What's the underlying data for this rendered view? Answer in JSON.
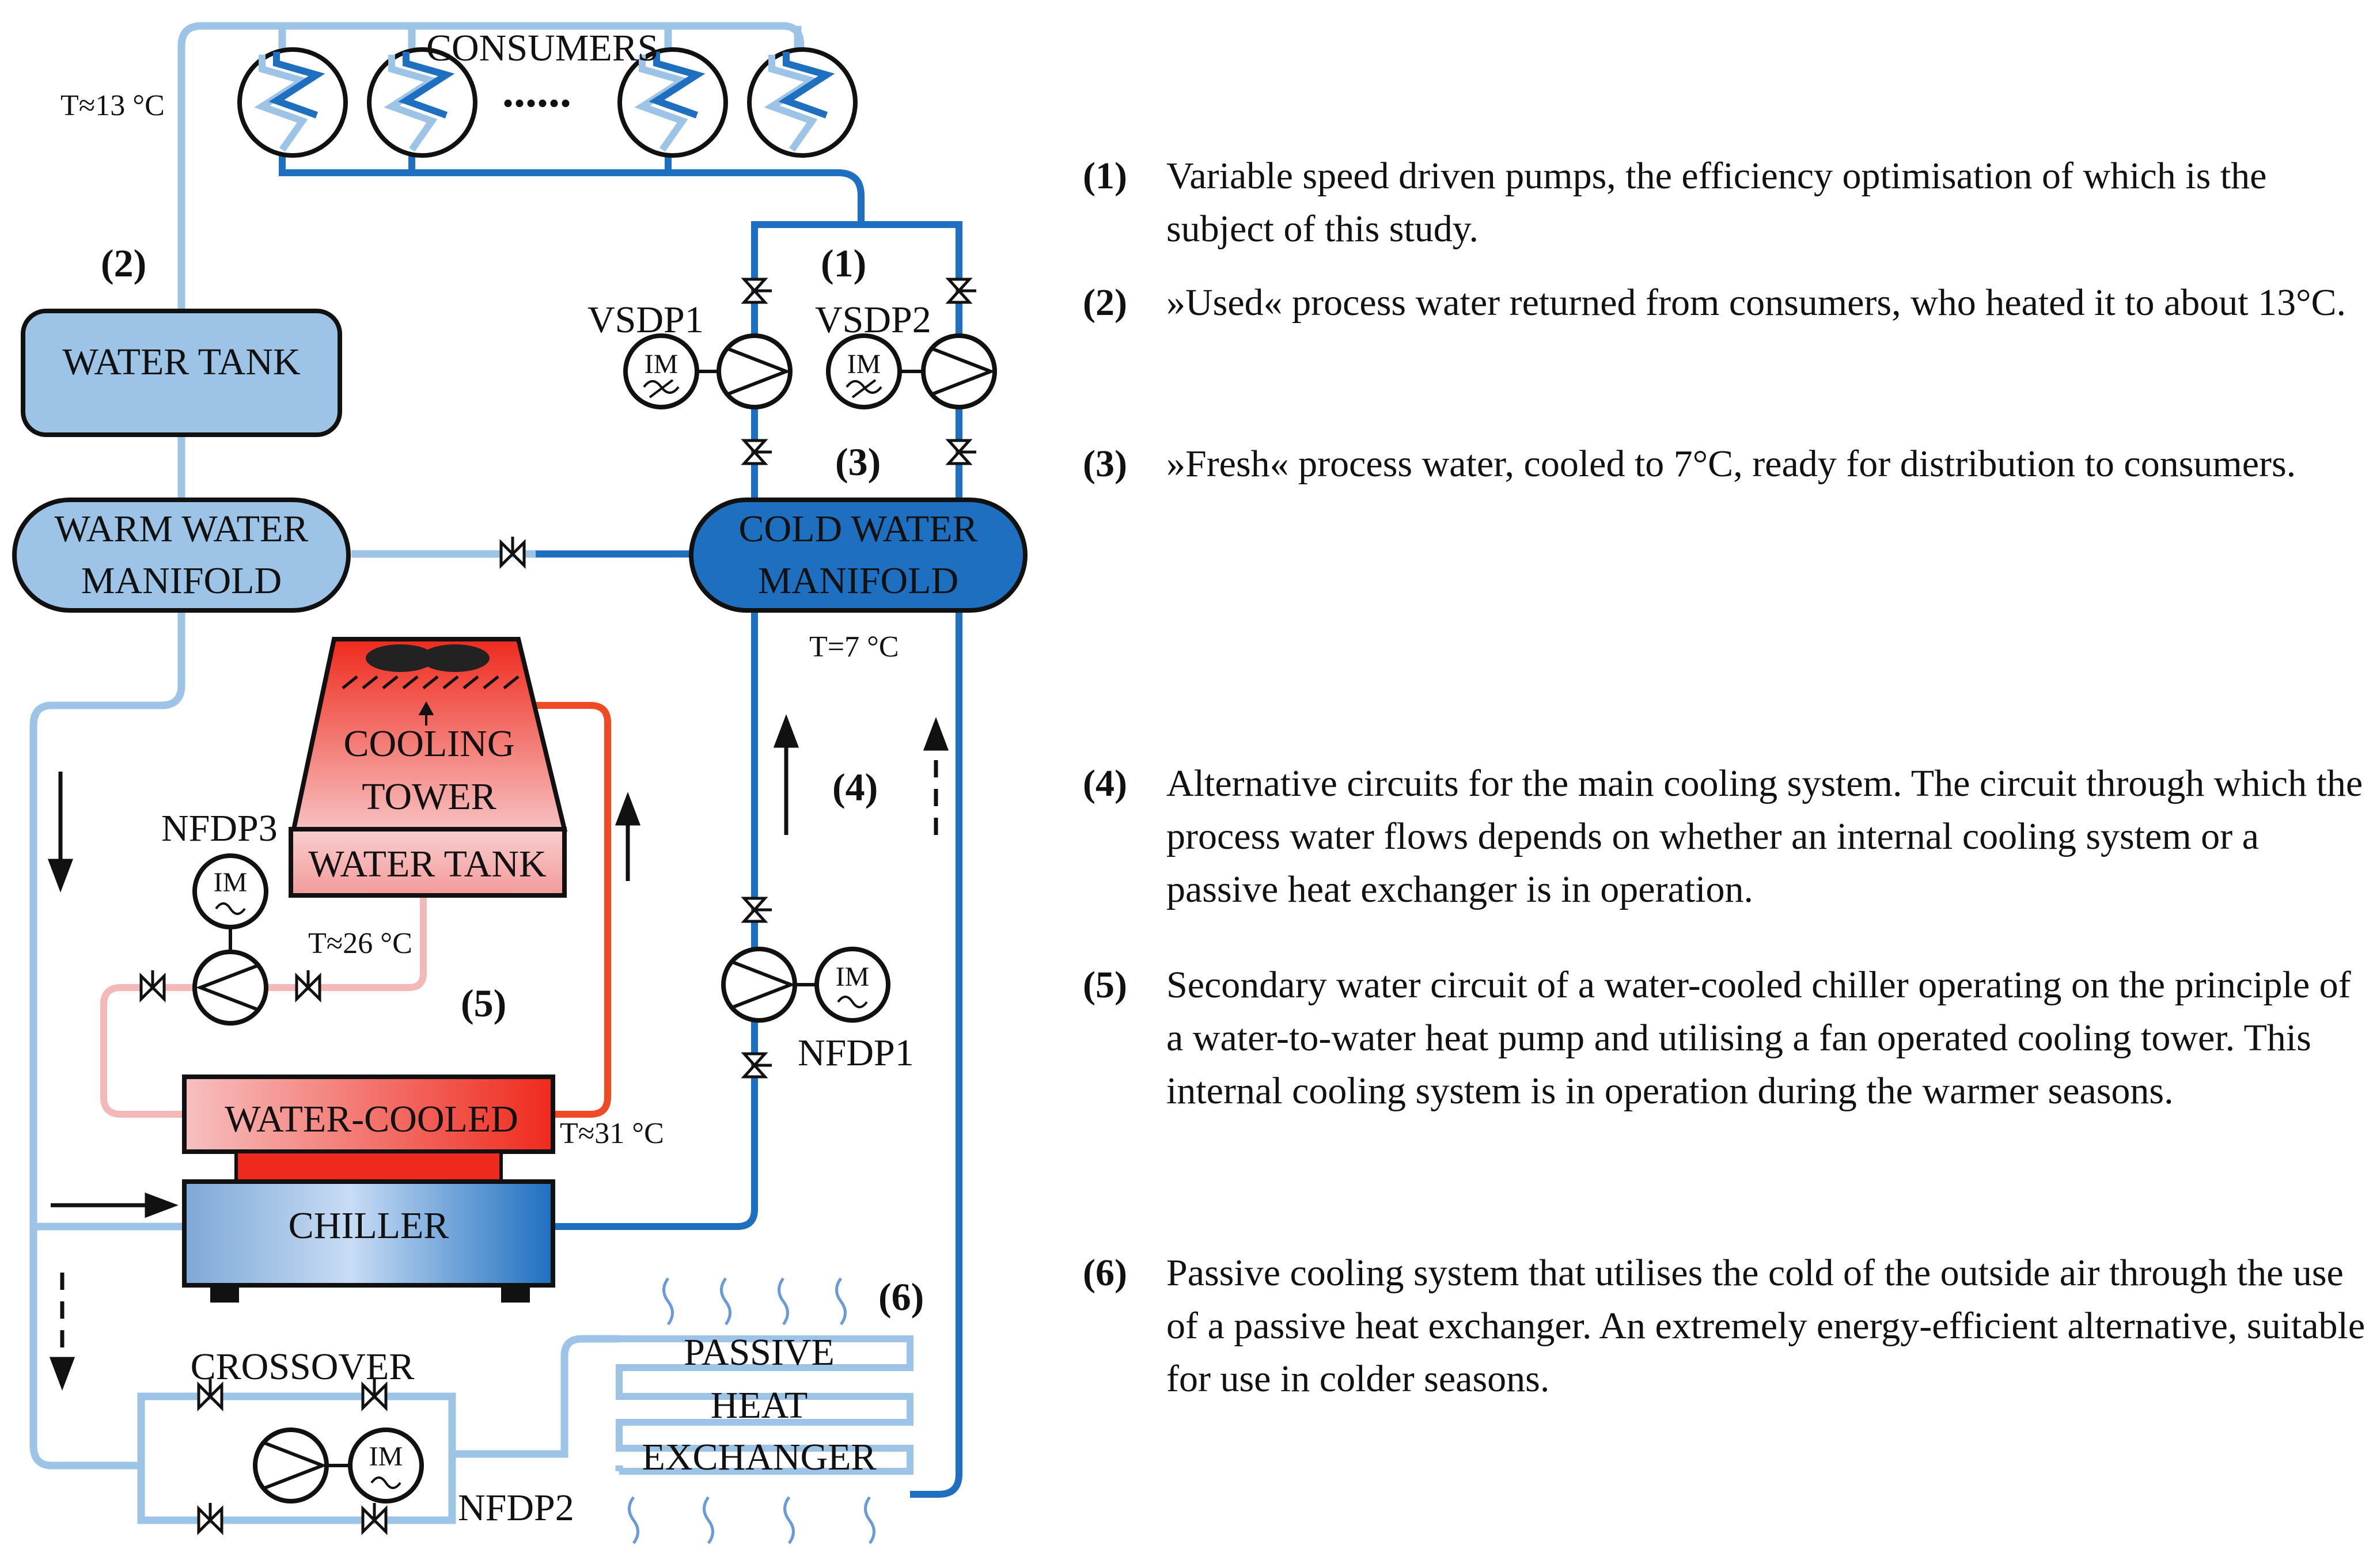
{
  "diagram": {
    "consumers_label": "CONSUMERS",
    "consumers_dots": "......",
    "temp_return": "T≈13 °C",
    "temp_cold": "T=7 °C",
    "temp_tower": "T≈26 °C",
    "temp_chiller": "T≈31 °C",
    "water_tank": "WATER TANK",
    "warm_manifold": [
      "WARM WATER",
      "MANIFOLD"
    ],
    "cold_manifold": [
      "COLD WATER",
      "MANIFOLD"
    ],
    "cooling_tower": [
      "COOLING",
      "TOWER"
    ],
    "tower_tank": "WATER TANK",
    "chiller_top": "WATER-COOLED",
    "chiller_bottom": "CHILLER",
    "crossover": "CROSSOVER",
    "passive_hx": [
      "PASSIVE",
      "HEAT",
      "EXCHANGER"
    ],
    "pumps": {
      "vsdp1": "VSDP1",
      "vsdp2": "VSDP2",
      "nfdp1": "NFDP1",
      "nfdp2": "NFDP2",
      "nfdp3": "NFDP3",
      "motor": "IM"
    },
    "markers": [
      "(1)",
      "(2)",
      "(3)",
      "(4)",
      "(5)",
      "(6)"
    ],
    "colors": {
      "warm_pipe": "#9dc3e6",
      "cold_pipe": "#1f6fc0",
      "hot_pipe": "#f04a25",
      "tower_return": "#f4b8b8",
      "tank_fill": "#9dc3e6",
      "cold_fill": "#1f6fc0",
      "hot_fill": "#ef2a1d"
    }
  },
  "legend": [
    {
      "num": "(1)",
      "text": "Variable speed driven pumps, the efficiency optimisation of which is the subject of this study."
    },
    {
      "num": "(2)",
      "text": "»Used« process water returned from consumers, who heated it to about 13°C."
    },
    {
      "num": "(3)",
      "text": "»Fresh« process water, cooled to 7°C, ready for distribution to consumers."
    },
    {
      "num": "(4)",
      "text": "Alternative circuits for the main cooling system. The circuit through which the process water flows depends on whether an internal cooling system or a passive heat exchanger is in operation."
    },
    {
      "num": "(5)",
      "text": "Secondary water circuit of a water-cooled chiller operating on the principle of a water-to-water heat pump and utilising a fan operated cooling tower. This internal cooling system is in operation during the warmer seasons."
    },
    {
      "num": "(6)",
      "text": "Passive cooling system that utilises the cold of the outside air through the use of a passive heat exchanger. An extremely energy-efficient alternative, suitable for use in colder seasons."
    }
  ]
}
